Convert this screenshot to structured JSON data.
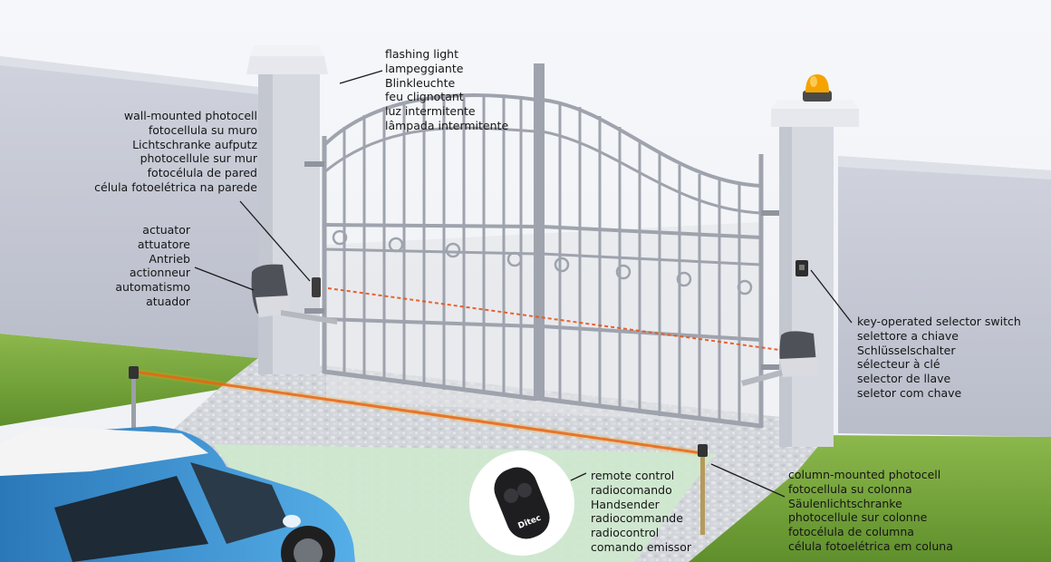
{
  "labels": {
    "flashing_light": [
      "flashing light",
      "lampeggiante",
      "Blinkleuchte",
      "feu clignotant",
      "luz intermitente",
      "lâmpada intermitente"
    ],
    "wall_photocell": [
      "wall-mounted photocell",
      "fotocellula su muro",
      "Lichtschranke aufputz",
      "photocellule sur mur",
      "fotocélula de pared",
      "célula fotoelétrica na parede"
    ],
    "actuator": [
      "actuator",
      "attuatore",
      "Antrieb",
      "actionneur",
      "automatismo",
      "atuador"
    ],
    "key_selector": [
      "key-operated selector switch",
      "selettore a chiave",
      "Schlüsselschalter",
      "sélecteur à clé",
      "selector de llave",
      "seletor com chave"
    ],
    "remote_control": [
      "remote control",
      "radiocomando",
      "Handsender",
      "radiocommande",
      "radiocontrol",
      "comando emissor"
    ],
    "column_photocell": [
      "column-mounted photocell",
      "fotocellula su colonna",
      "Säulenlichtschranke",
      "photocellule sur colonne",
      "fotocélula de columna",
      "célula fotoelétrica em coluna"
    ]
  },
  "remote_brand": "Ditec",
  "colors": {
    "background": "#f3f5f8",
    "wall": "#c2c6d2",
    "grass": "#7aa93f",
    "beam": "#e8541c",
    "warning_light": "#f5a300",
    "car_body": "#3a8fd0"
  }
}
